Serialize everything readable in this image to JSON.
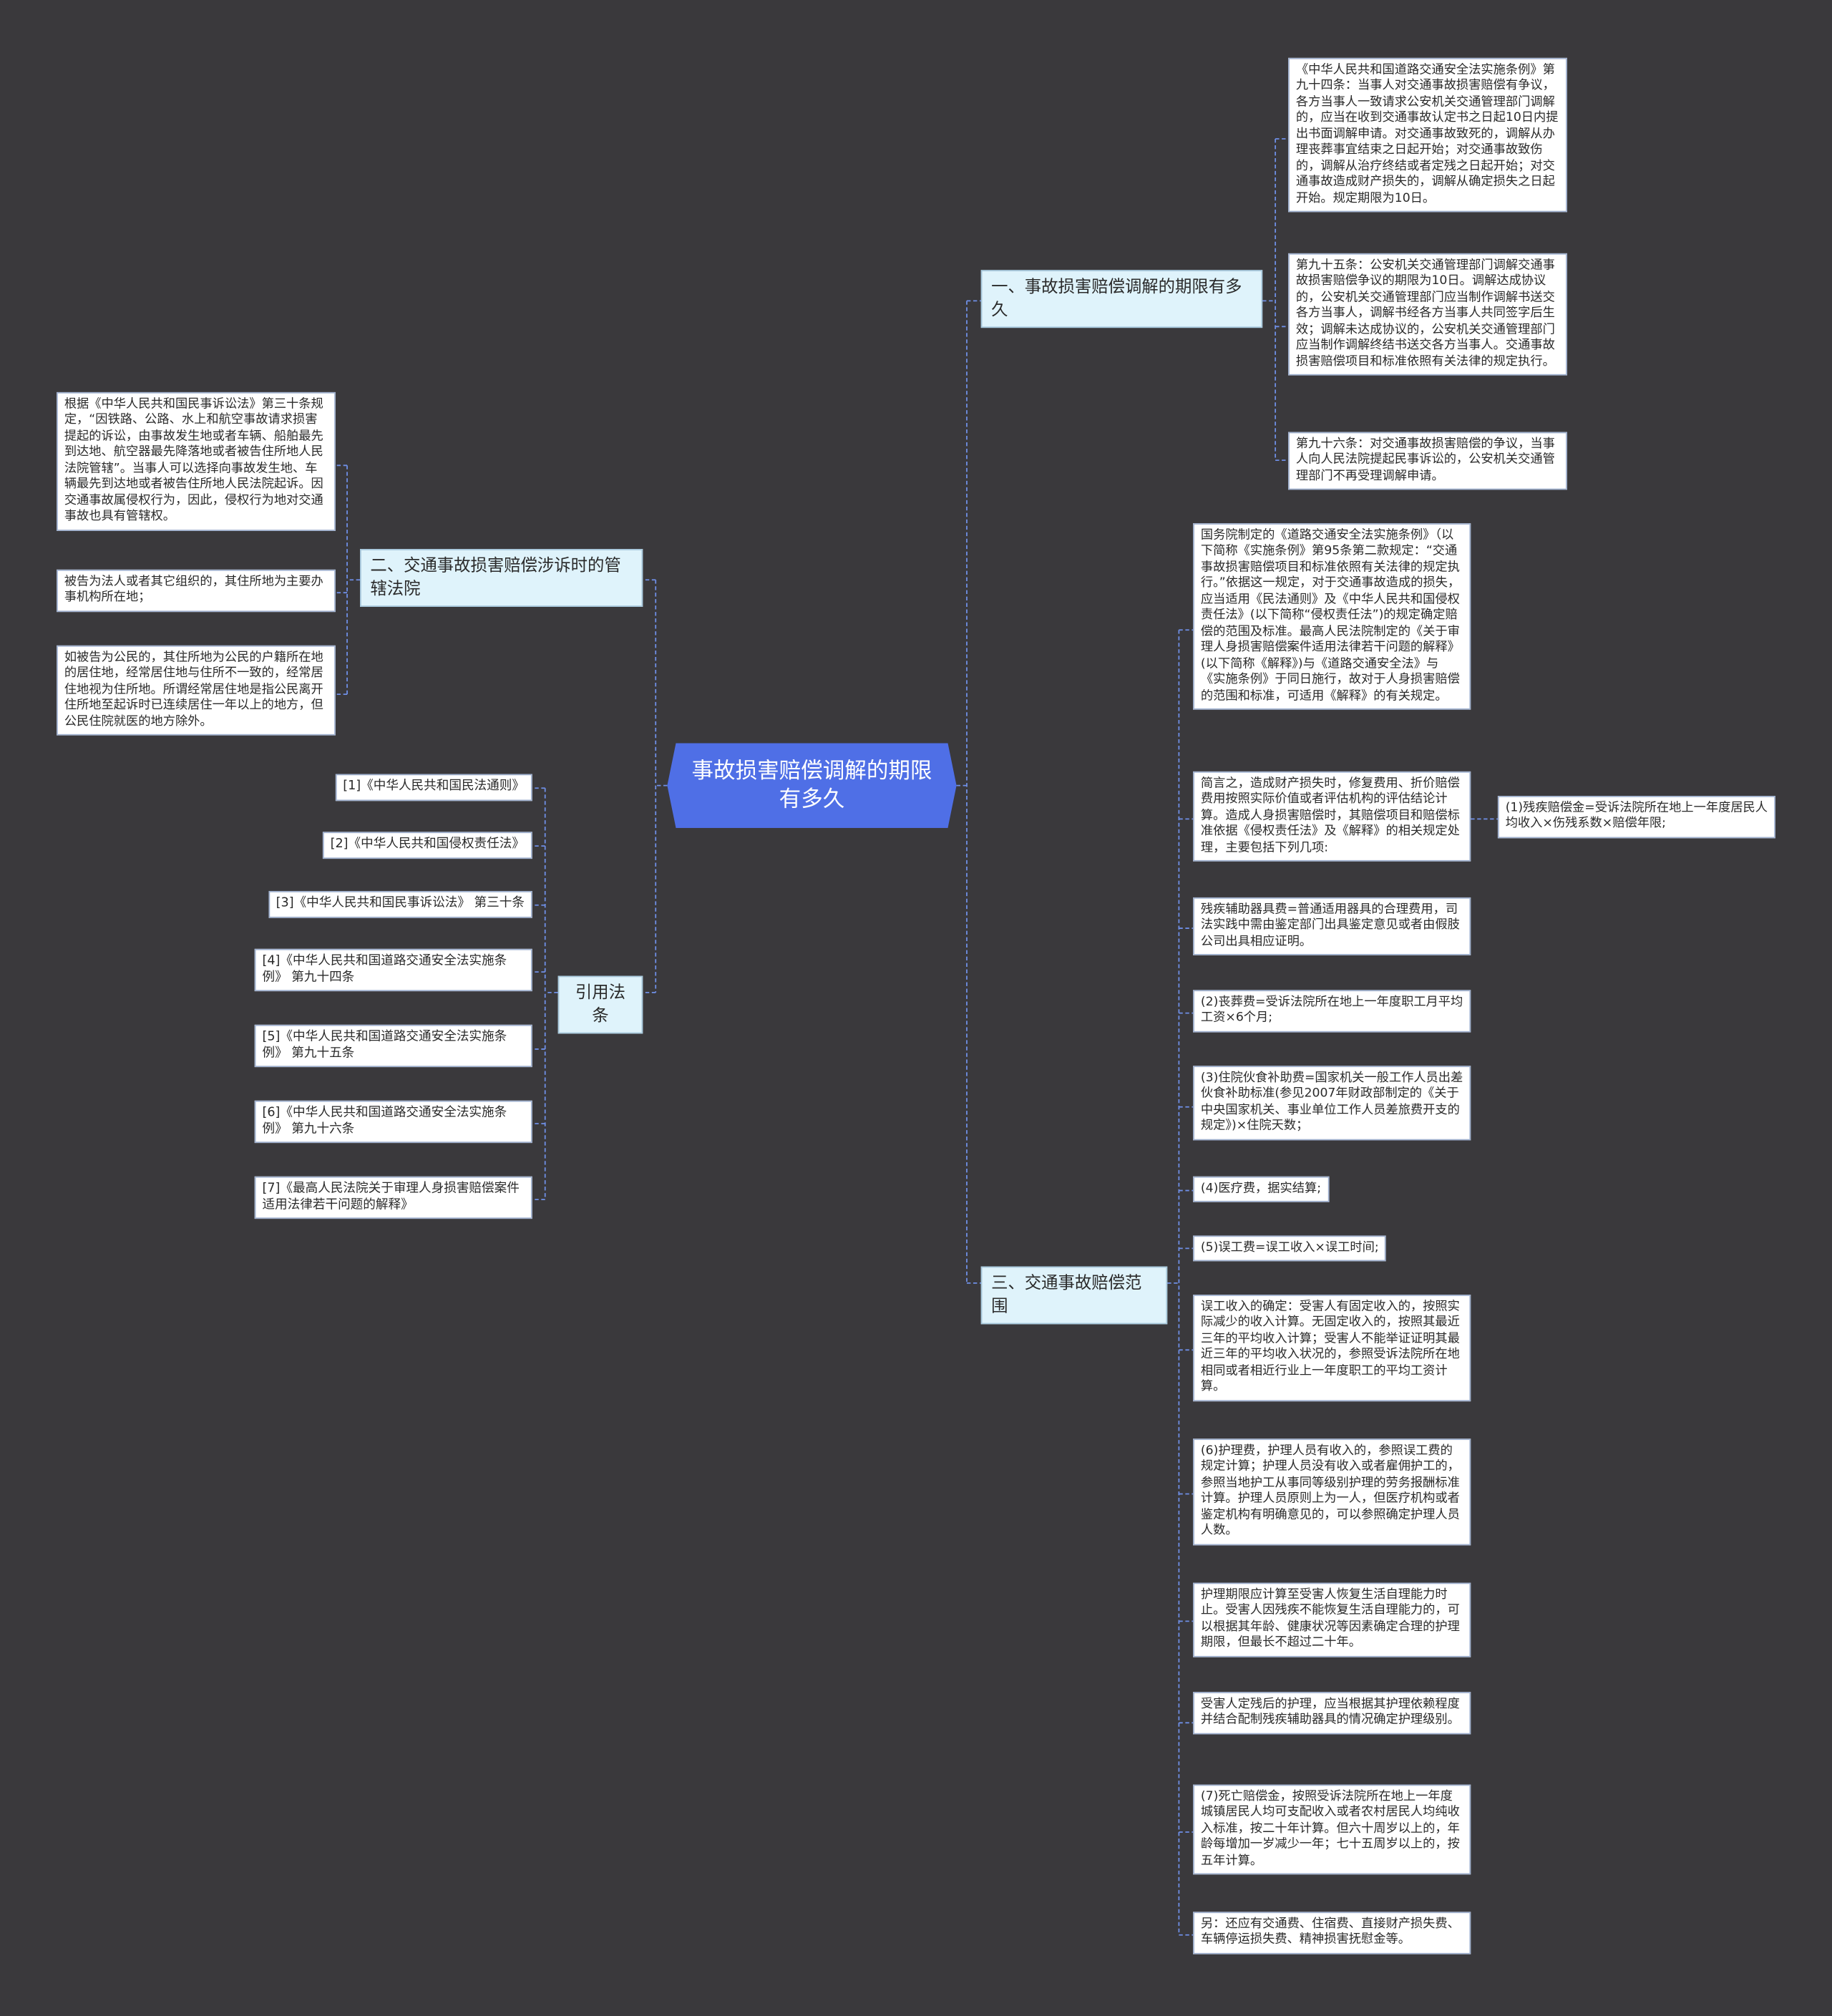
{
  "root": {
    "title": "事故损害赔偿调解的期限有多久"
  },
  "branch_period": {
    "label": "一、事故损害赔偿调解的期限有多久",
    "items": [
      "《中华人民共和国道路交通安全法实施条例》第九十四条：当事人对交通事故损害赔偿有争议，各方当事人一致请求公安机关交通管理部门调解的，应当在收到交通事故认定书之日起10日内提出书面调解申请。对交通事故致死的，调解从办理丧葬事宜结束之日起开始；对交通事故致伤的，调解从治疗终结或者定残之日起开始；对交通事故造成财产损失的，调解从确定损失之日起开始。规定期限为10日。",
      "第九十五条：公安机关交通管理部门调解交通事故损害赔偿争议的期限为10日。调解达成协议的，公安机关交通管理部门应当制作调解书送交各方当事人，调解书经各方当事人共同签字后生效；调解未达成协议的，公安机关交通管理部门应当制作调解终结书送交各方当事人。交通事故损害赔偿项目和标准依照有关法律的规定执行。",
      "第九十六条：对交通事故损害赔偿的争议，当事人向人民法院提起民事诉讼的，公安机关交通管理部门不再受理调解申请。"
    ]
  },
  "branch_court": {
    "label": "二、交通事故损害赔偿涉诉时的管辖法院",
    "items": [
      "根据《中华人民共和国民事诉讼法》第三十条规定，“因铁路、公路、水上和航空事故请求损害提起的诉讼，由事故发生地或者车辆、船舶最先到达地、航空器最先降落地或者被告住所地人民法院管辖”。当事人可以选择向事故发生地、车辆最先到达地或者被告住所地人民法院起诉。因交通事故属侵权行为，因此，侵权行为地对交通事故也具有管辖权。",
      "被告为法人或者其它组织的，其住所地为主要办事机构所在地；",
      "如被告为公民的，其住所地为公民的户籍所在地的居住地，经常居住地与住所不一致的，经常居住地视为住所地。所谓经常居住地是指公民离开住所地至起诉时已连续居住一年以上的地方，但公民住院就医的地方除外。"
    ]
  },
  "branch_refs": {
    "label": "引用法条",
    "items": [
      "[1]《中华人民共和国民法通则》",
      "[2]《中华人民共和国侵权责任法》",
      "[3]《中华人民共和国民事诉讼法》 第三十条",
      "[4]《中华人民共和国道路交通安全法实施条例》 第九十四条",
      "[5]《中华人民共和国道路交通安全法实施条例》 第九十五条",
      "[6]《中华人民共和国道路交通安全法实施条例》 第九十六条",
      "[7]《最高人民法院关于审理人身损害赔偿案件适用法律若干问题的解释》"
    ]
  },
  "branch_scope": {
    "label": "三、交通事故赔偿范围",
    "items": [
      "国务院制定的《道路交通安全法实施条例》（以下简称《实施条例》第95条第二款规定：“交通事故损害赔偿项目和标准依照有关法律的规定执行。”依据这一规定，对于交通事故造成的损失，应当适用《民法通则》及《中华人民共和国侵权责任法》(以下简称“侵权责任法”)的规定确定赔偿的范围及标准。最高人民法院制定的《关于审理人身损害赔偿案件适用法律若干问题的解释》(以下简称《解释》)与《道路交通安全法》与《实施条例》于同日施行，故对于人身损害赔偿的范围和标准，可适用《解释》的有关规定。",
      "简言之，造成财产损失时，修复费用、折价赔偿费用按照实际价值或者评估机构的评估结论计算。造成人身损害赔偿时，其赔偿项目和赔偿标准依据《侵权责任法》及《解释》的相关规定处理，主要包括下列几项:",
      "残疾辅助器具费=普通适用器具的合理费用，司法实践中需由鉴定部门出具鉴定意见或者由假肢公司出具相应证明。",
      "(2)丧葬费=受诉法院所在地上一年度职工月平均工资×6个月;",
      "(3)住院伙食补助费=国家机关一般工作人员出差伙食补助标准(参见2007年财政部制定的《关于中央国家机关、事业单位工作人员差旅费开支的规定》)×住院天数；",
      "(4)医疗费，据实结算;",
      "(5)误工费=误工收入×误工时间;",
      "误工收入的确定：受害人有固定收入的，按照实际减少的收入计算。无固定收入的，按照其最近三年的平均收入计算；受害人不能举证证明其最近三年的平均收入状况的，参照受诉法院所在地相同或者相近行业上一年度职工的平均工资计算。",
      "(6)护理费，护理人员有收入的，参照误工费的规定计算；护理人员没有收入或者雇佣护工的，参照当地护工从事同等级别护理的劳务报酬标准计算。护理人员原则上为一人，但医疗机构或者鉴定机构有明确意见的，可以参照确定护理人员人数。",
      "护理期限应计算至受害人恢复生活自理能力时止。受害人因残疾不能恢复生活自理能力的，可以根据其年龄、健康状况等因素确定合理的护理期限，但最长不超过二十年。",
      "受害人定残后的护理，应当根据其护理依赖程度并结合配制残疾辅助器具的情况确定护理级别。",
      "(7)死亡赔偿金，按照受诉法院所在地上一年度城镇居民人均可支配收入或者农村居民人均纯收入标准，按二十年计算。但六十周岁以上的，年龄每增加一岁减少一年；七十五周岁以上的，按五年计算。",
      "另：还应有交通费、住宿费、直接财产损失费、车辆停运损失费、精神损害抚慰金等。"
    ],
    "sub_item": "(1)残疾赔偿金=受诉法院所在地上一年度居民人均收入×伤残系数×赔偿年限;"
  },
  "colors": {
    "background": "#3a393c",
    "root": "#4f6fe6",
    "branch": "#dff3fb",
    "leaf": "#ffffff",
    "connector": "#6f8fe6"
  }
}
